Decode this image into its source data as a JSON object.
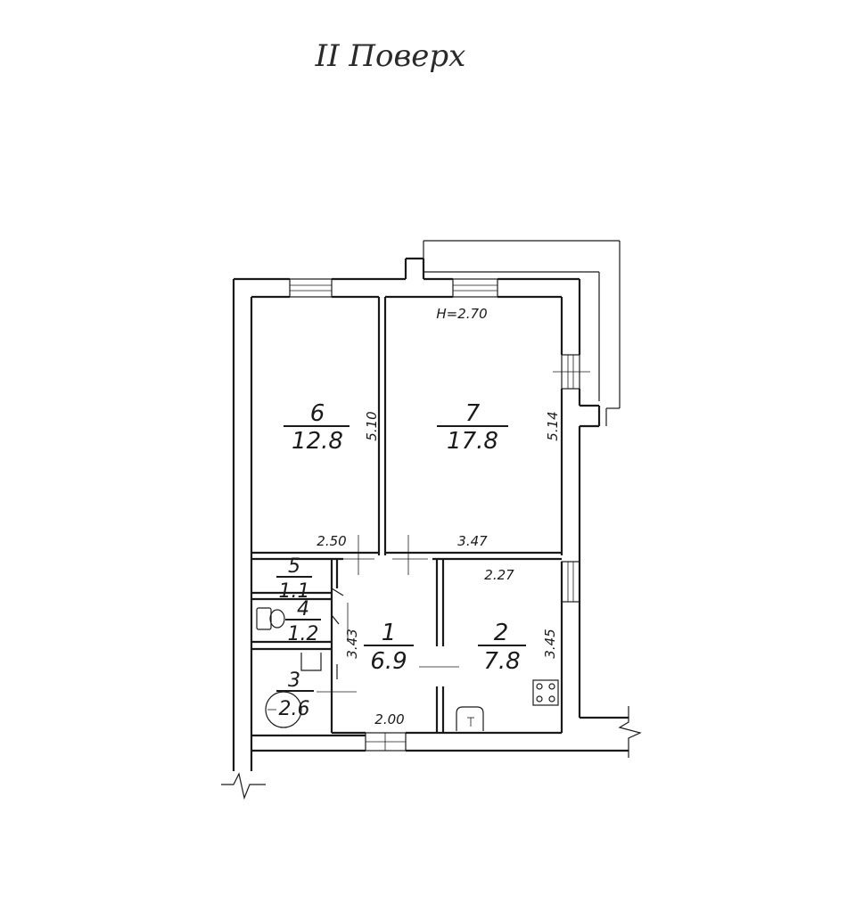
{
  "title": "II Поверх",
  "ceiling_height": "H=2.70",
  "rooms": [
    {
      "number": "6",
      "area": "12.8",
      "width": "2.50",
      "length": "5.10"
    },
    {
      "number": "7",
      "area": "17.8",
      "width": "3.47",
      "length": "5.14"
    },
    {
      "number": "5",
      "area": "1.1"
    },
    {
      "number": "4",
      "area": "1.2"
    },
    {
      "number": "3",
      "area": "2.6"
    },
    {
      "number": "1",
      "area": "6.9",
      "width": "2.00",
      "length": "3.43"
    },
    {
      "number": "2",
      "area": "7.8",
      "width": "2.27",
      "length": "3.45"
    }
  ]
}
